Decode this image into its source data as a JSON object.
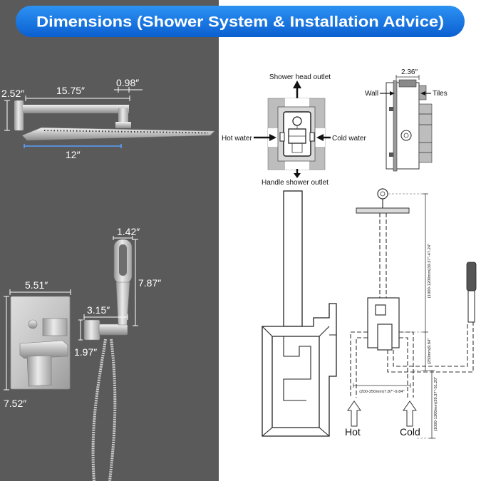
{
  "banner": {
    "title": "Dimensions (Shower System & Installation Advice)"
  },
  "colors": {
    "banner_top": "#2c92f3",
    "banner_bottom": "#0b5fd0",
    "left_panel": "#5a5a5a",
    "right_panel": "#ffffff",
    "width_line": "#5aa0ff"
  },
  "shower_head": {
    "flange_height": "2.52″",
    "arm_length": "15.75″",
    "arm_diameter": "0.98″",
    "head_width": "12″"
  },
  "valve_trim": {
    "width": "5.51″",
    "height": "7.52″"
  },
  "handheld": {
    "head_width": "1.42″",
    "length": "7.87″",
    "holder_length": "3.15″",
    "holder_height": "1.97″"
  },
  "valve_diagram": {
    "top_outlet": "Shower head outlet",
    "hot_inlet": "Hot water",
    "cold_inlet": "Cold water",
    "bottom_outlet": "Handle shower outlet"
  },
  "side_view": {
    "depth": "2.36″",
    "wall_label": "Wall",
    "tiles_label": "Tiles"
  },
  "installation": {
    "head_height": "(1000-1200mm)39.37″-47.24″",
    "valve_offset": "(250mm)9.84″",
    "valve_height": "(1000-1300mm)39.37″-51.20″",
    "inlet_spacing": "(200-250mm)7.87″-9.84″",
    "hot_label": "Hot",
    "cold_label": "Cold"
  }
}
